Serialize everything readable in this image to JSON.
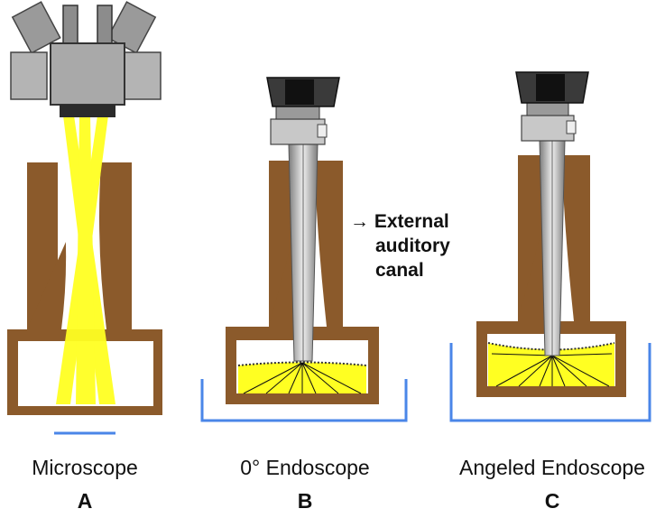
{
  "panels": [
    {
      "caption": "Microscope",
      "letter": "A"
    },
    {
      "caption": "0° Endoscope",
      "letter": "B"
    },
    {
      "caption": "Angeled Endoscope",
      "letter": "C"
    }
  ],
  "annotation": {
    "arrow": "→",
    "lines": [
      "External",
      "auditory",
      "canal"
    ]
  },
  "colors": {
    "canal_wall": "#8b5a2b",
    "light": "#ffff22",
    "field_blue": "#4a86e8",
    "instrument_gray": "#a6a6a6",
    "instrument_dark": "#2b2b2b"
  }
}
